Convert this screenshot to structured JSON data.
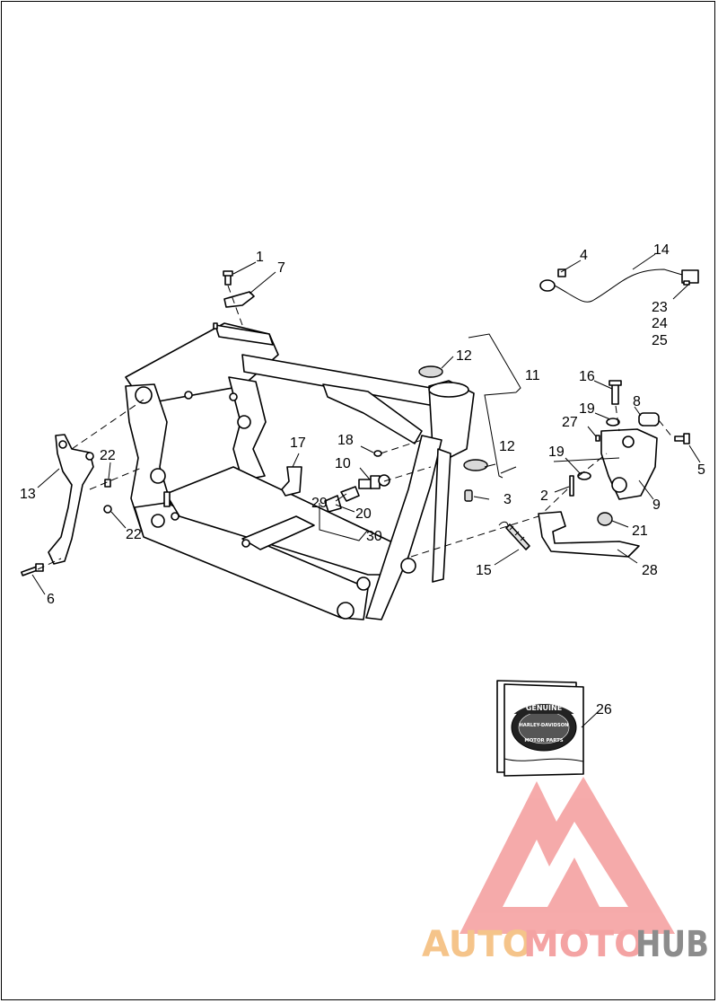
{
  "diagram": {
    "callouts": [
      {
        "id": "c1",
        "label": "1"
      },
      {
        "id": "c7",
        "label": "7"
      },
      {
        "id": "c4",
        "label": "4"
      },
      {
        "id": "c14",
        "label": "14"
      },
      {
        "id": "c23",
        "label": "23"
      },
      {
        "id": "c24",
        "label": "24"
      },
      {
        "id": "c25",
        "label": "25"
      },
      {
        "id": "c12a",
        "label": "12"
      },
      {
        "id": "c11",
        "label": "11"
      },
      {
        "id": "c16",
        "label": "16"
      },
      {
        "id": "c8",
        "label": "8"
      },
      {
        "id": "c19a",
        "label": "19"
      },
      {
        "id": "c27",
        "label": "27"
      },
      {
        "id": "c17",
        "label": "17"
      },
      {
        "id": "c18",
        "label": "18"
      },
      {
        "id": "c12b",
        "label": "12"
      },
      {
        "id": "c19b",
        "label": "19"
      },
      {
        "id": "c5",
        "label": "5"
      },
      {
        "id": "c22a",
        "label": "22"
      },
      {
        "id": "c10",
        "label": "10"
      },
      {
        "id": "c13",
        "label": "13"
      },
      {
        "id": "c29",
        "label": "29"
      },
      {
        "id": "c3",
        "label": "3"
      },
      {
        "id": "c2",
        "label": "2"
      },
      {
        "id": "c9",
        "label": "9"
      },
      {
        "id": "c20",
        "label": "20"
      },
      {
        "id": "c22b",
        "label": "22"
      },
      {
        "id": "c21",
        "label": "21"
      },
      {
        "id": "c30",
        "label": "30"
      },
      {
        "id": "c15",
        "label": "15"
      },
      {
        "id": "c28",
        "label": "28"
      },
      {
        "id": "c6",
        "label": "6"
      },
      {
        "id": "c26",
        "label": "26"
      }
    ]
  },
  "emblem": {
    "line1": "GENUINE",
    "line2": "HARLEY-DAVIDSON",
    "line3": "MOTOR PARTS"
  },
  "watermark": {
    "part1": "AUTO",
    "part2": "MOTO",
    "part3": "HUB",
    "color1": "#f5c48a",
    "color2": "#f4a3a3",
    "color3": "#8c8c8c"
  }
}
